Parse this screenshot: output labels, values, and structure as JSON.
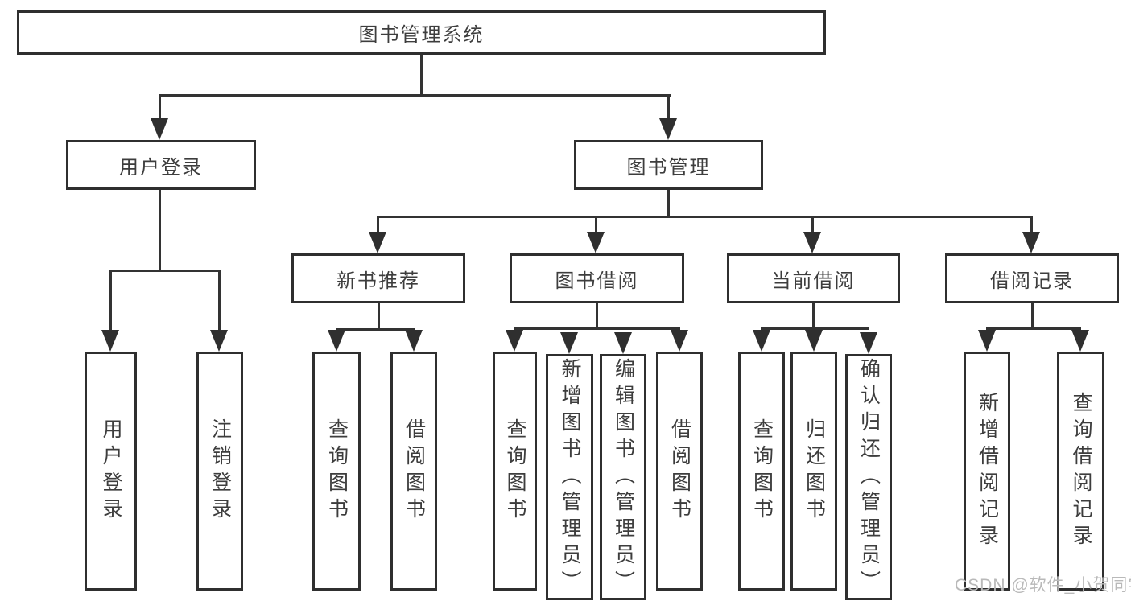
{
  "diagram": {
    "title": "图书管理系统",
    "watermark": "CSDN @软件_小贺同学",
    "tree": {
      "root": "图书管理系统",
      "branches": [
        {
          "label": "用户登录",
          "children": [
            "用户登录",
            "注销登录"
          ]
        },
        {
          "label": "图书管理",
          "sections": [
            {
              "label": "新书推荐",
              "children": [
                "查询图书",
                "借阅图书"
              ]
            },
            {
              "label": "图书借阅",
              "children": [
                "查询图书",
                "新增图书（管理员）",
                "编辑图书（管理员）",
                "借阅图书"
              ]
            },
            {
              "label": "当前借阅",
              "children": [
                "查询图书",
                "归还图书",
                "确认归还（管理员）"
              ]
            },
            {
              "label": "借阅记录",
              "children": [
                "新增借阅记录",
                "查询借阅记录"
              ]
            }
          ]
        }
      ]
    }
  }
}
